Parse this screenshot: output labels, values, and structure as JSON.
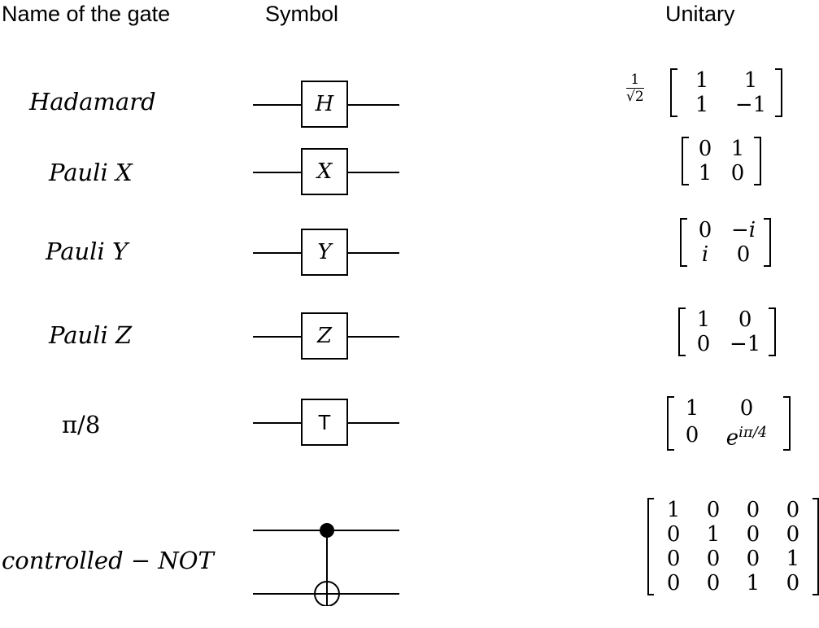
{
  "headers": {
    "name": "Name of the gate",
    "symbol": "Symbol",
    "unitary": "Unitary"
  },
  "gates": [
    {
      "name": "Hadamard",
      "symbol": "H",
      "prefactor_num": "1",
      "prefactor_den": "√2",
      "matrix": [
        [
          "1",
          "1"
        ],
        [
          "1",
          "−1"
        ]
      ]
    },
    {
      "name": "Pauli X",
      "symbol": "X",
      "matrix": [
        [
          "0",
          "1"
        ],
        [
          "1",
          "0"
        ]
      ]
    },
    {
      "name": "Pauli Y",
      "symbol": "Y",
      "matrix": [
        [
          "0",
          "−i"
        ],
        [
          "i",
          "0"
        ]
      ]
    },
    {
      "name": "Pauli Z",
      "symbol": "Z",
      "matrix": [
        [
          "1",
          "0"
        ],
        [
          "0",
          "−1"
        ]
      ]
    },
    {
      "name": "π/8",
      "symbol": "T",
      "matrix": [
        [
          "1",
          "0"
        ],
        [
          "0",
          "e"
        ]
      ],
      "exponent": "iπ/4"
    },
    {
      "name": "controlled − NOT",
      "matrix": [
        [
          "1",
          "0",
          "0",
          "0"
        ],
        [
          "0",
          "1",
          "0",
          "0"
        ],
        [
          "0",
          "0",
          "0",
          "1"
        ],
        [
          "0",
          "0",
          "1",
          "0"
        ]
      ]
    }
  ]
}
